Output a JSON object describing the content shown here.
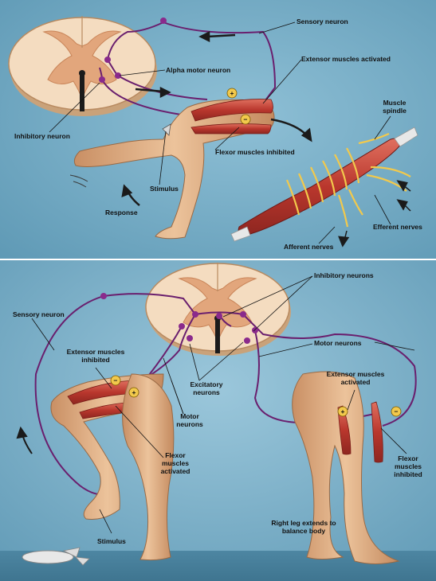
{
  "top_panel": {
    "labels": {
      "sensory_neuron": "Sensory neuron",
      "extensor_activated": "Extensor muscles activated",
      "alpha_motor_neuron": "Alpha motor neuron",
      "muscle_spindle": "Muscle\nspindle",
      "inhibitory_neuron": "Inhibitory neuron",
      "flexor_inhibited": "Flexor muscles inhibited",
      "stimulus": "Stimulus",
      "response": "Response",
      "efferent_nerves": "Efferent nerves",
      "afferent_nerves": "Afferent nerves"
    }
  },
  "bottom_panel": {
    "labels": {
      "inhibitory_neurons": "Inhibitory neurons",
      "sensory_neuron": "Sensory neuron",
      "extensor_inhibited": "Extensor muscles\ninhibited",
      "motor_neurons_right": "Motor neurons",
      "excitatory_neurons": "Excitatory\nneurons",
      "extensor_activated": "Extensor muscles\nactivated",
      "motor_neurons_left": "Motor\nneurons",
      "flexor_activated": "Flexor\nmuscles\nactivated",
      "flexor_inhibited": "Flexor\nmuscles\ninhibited",
      "stimulus": "Stimulus",
      "right_leg_caption": "Right leg extends to\nbalance body"
    }
  },
  "symbols": {
    "plus": "+",
    "minus": "−"
  },
  "colors": {
    "background": "#6fa8c2",
    "cord_outer": "#f3d9b8",
    "cord_gray": "#e0a77f",
    "neuron": "#6a1f6e",
    "muscle": "#c6453a",
    "skin": "#e6b78e",
    "plus_badge": "#f2c94c"
  }
}
